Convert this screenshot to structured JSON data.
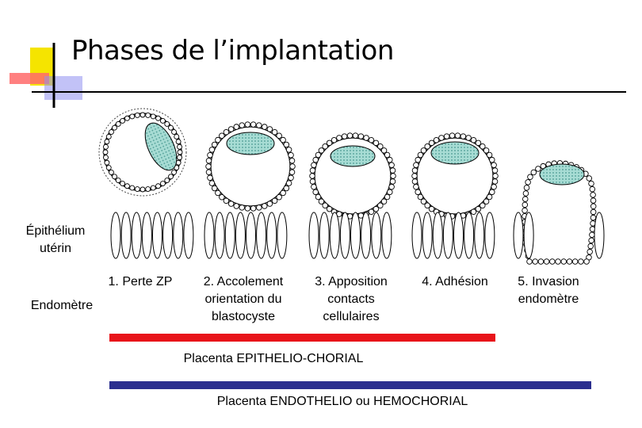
{
  "slide": {
    "title": "Phases de l’implantation",
    "epithelium_label": "Épithélium utérin",
    "endometrium_label": "Endomètre",
    "phases": [
      {
        "label": "1. Perte ZP"
      },
      {
        "label": "2. Accolement orientation du blastocyste"
      },
      {
        "label": "3. Apposition contacts cellulaires"
      },
      {
        "label": "4. Adhésion"
      },
      {
        "label": "5. Invasion endomètre"
      }
    ],
    "bars": [
      {
        "label": "Placenta EPITHELIO-CHORIAL",
        "color": "#e8141a"
      },
      {
        "label": "Placenta ENDOTHELIO ou HEMOCHORIAL",
        "color": "#2b2f8f"
      }
    ],
    "colors": {
      "accent_yellow": "#f5e400",
      "accent_red": "#ff6a6a",
      "accent_blue": "#8f8ff0",
      "icm_fill": "#a7dcd4"
    }
  }
}
